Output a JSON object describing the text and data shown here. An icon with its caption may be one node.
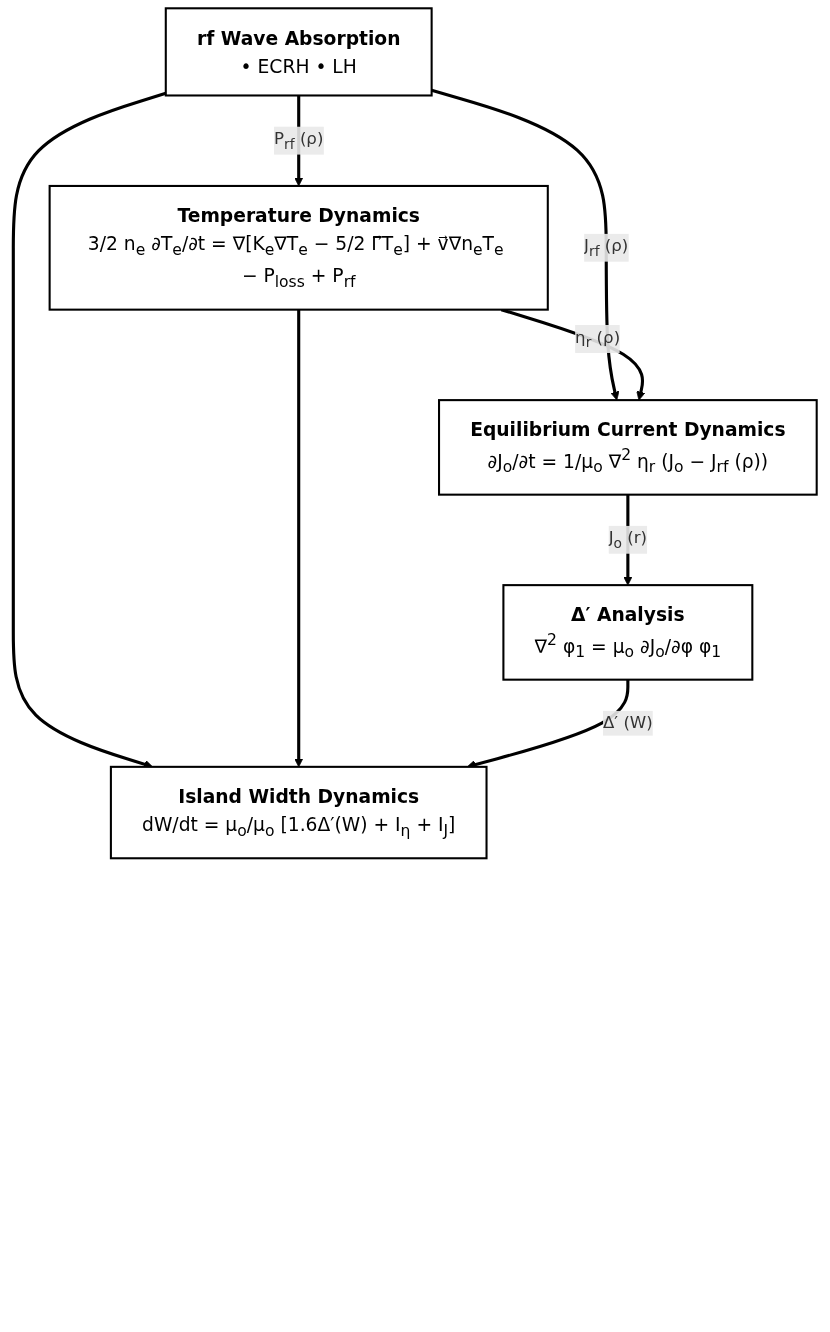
{
  "diagram": {
    "nodes": [
      {
        "text": [
          "rf Wave Absorption",
          "• ECRH • LH"
        ]
      },
      {
        "text": [
          "Temperature Dynamics",
          "3/2 n$_{e}$ ∂T$_{e}$/∂t = ∇[K$_{e}$∇T$_{e}$ − 5/2 Γ⃗T$_{e}$] + v⃗∇n$_{e}$T$_{e}$ − P$_{loss}$ + P$_{rf}$"
        ]
      },
      {
        "text": [
          "Equilibrium Current Dynamics",
          "∂J$_{o}$/∂t = 1/μ$_{o}$ ∇$^{2}$ η$_{r}$ (J$_{o}$ − J$_{rf}$ (ρ))"
        ]
      },
      {
        "text": [
          "Δ′ Analysis",
          "∇$^{2}$ φ$_{1}$ = μ$_{o}$ ∂J$_{o}$/∂φ φ$_{1}$"
        ]
      },
      {
        "text": [
          "Island Width Dynamics",
          "dW/dt = μ$_{o}$/μ$_{o}$ [1.6Δ′(W) + I$_{η}$ + I$_{J}$]"
        ]
      }
    ],
    "edges": [
      {
        "from": 0,
        "to": 1,
        "arrow": "to",
        "label": "P$_{rf}$ (ρ)"
      },
      {
        "from": 0,
        "to": 2,
        "arrow": "to",
        "label": "J$_{rf}$ (ρ)"
      },
      {
        "from": 0,
        "to": 4,
        "arrow": "to"
      },
      {
        "from": 1,
        "to": 2,
        "arrow": "to",
        "label": "η$_{r}$ (ρ)"
      },
      {
        "from": 1,
        "to": 4,
        "arrow": "to"
      },
      {
        "from": 2,
        "to": 3,
        "arrow": "to",
        "label": "J$_{o}$ (r)"
      },
      {
        "from": 3,
        "to": 4,
        "arrow": "to",
        "label": "Δ′ (W)"
      }
    ]
  }
}
